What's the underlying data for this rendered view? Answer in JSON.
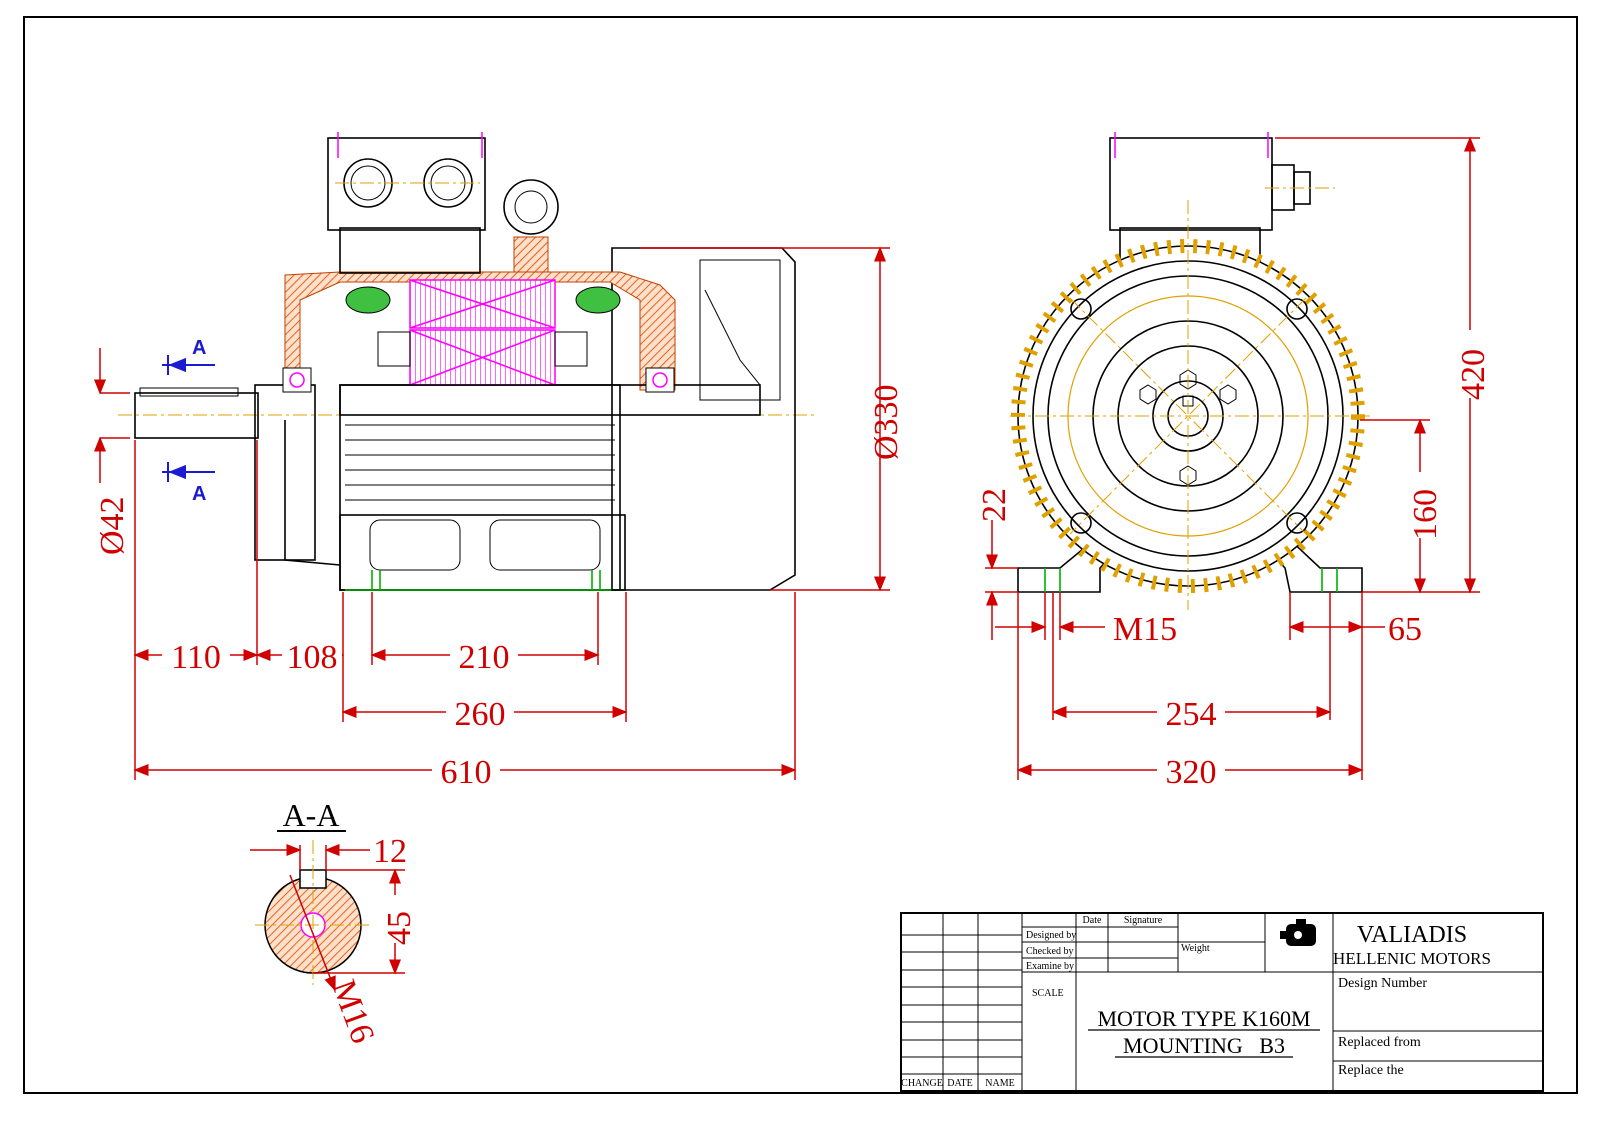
{
  "section_marker": {
    "label": "A",
    "section_title": "A-A"
  },
  "dimensions": {
    "shaft_diameter": "Ø42",
    "shaft_length": "110",
    "shoulder_to_foot": "108",
    "foot_hole_spacing": "210",
    "foot_length": "260",
    "overall_length": "610",
    "frame_diameter": "Ø330",
    "overall_height": "420",
    "shaft_height": "160",
    "foot_thickness": "22",
    "foot_hole": "M15",
    "foot_edge": "65",
    "foot_hole_spacing_width": "254",
    "foot_width": "320",
    "key_width": "12",
    "key_height": "45",
    "center_thread": "M16"
  },
  "title_block": {
    "col_change": "CHANGE",
    "col_date": "DATE",
    "col_name": "NAME",
    "hdr_date": "Date",
    "hdr_signature": "Signature",
    "designed_by": "Designed by",
    "checked_by": "Checked by",
    "examined_by": "Examine by",
    "weight": "Weight",
    "scale": "SCALE",
    "company_line1": "VALIADIS",
    "company_line2": "HELLENIC MOTORS",
    "design_number": "Design Number",
    "title_line1": "MOTOR TYPE K160M",
    "title_line2": "MOUNTING   B3",
    "replaced_from": "Replaced from",
    "replace_the": "Replace the"
  }
}
